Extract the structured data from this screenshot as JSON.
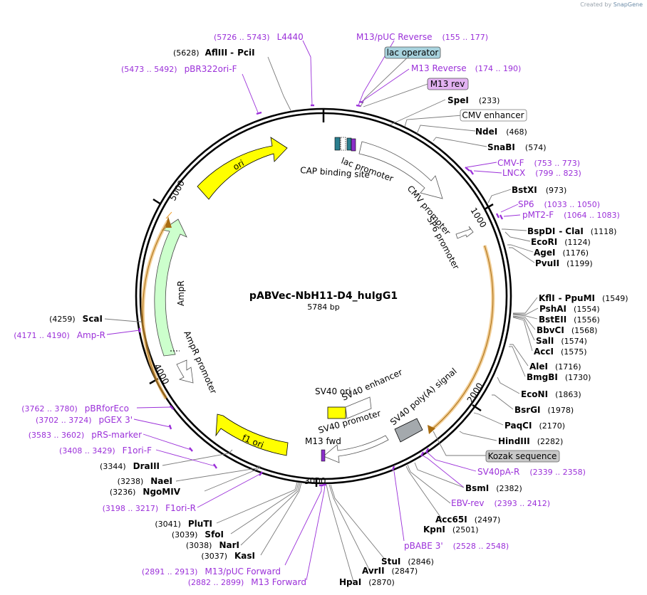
{
  "brand": {
    "created_by": "Created by",
    "name": "SnapGene"
  },
  "plasmid": {
    "name": "pABVec-NbH11-D4_huIgG1",
    "size_label": "5784 bp"
  },
  "ticks": [
    "1000",
    "2000",
    "3000",
    "4000",
    "5000"
  ],
  "features": {
    "ori": "ori",
    "ampr": "AmpR",
    "ampr_promoter": "AmpR promoter",
    "f1_ori": "f1 ori",
    "cap_site": "CAP binding site",
    "lac_promoter": "lac promoter",
    "cmv_promoter": "CMV promoter",
    "sp6_promoter": "SP6 promoter",
    "sv40_ori": "SV40 ori",
    "sv40_enhancer": "SV40 enhancer",
    "sv40_promoter": "SV40 promoter",
    "m13_fwd": "M13 fwd",
    "sv40_polya": "SV40 poly(A) signal"
  },
  "boxed": {
    "lac_operator": "lac operator",
    "m13_rev": "M13 rev",
    "cmv_enhancer": "CMV enhancer",
    "kozak": "Kozak sequence"
  },
  "enzymes": {
    "afliii": {
      "name": "AflIII",
      "name2": "PciI",
      "pos": "(5628)"
    },
    "spei": {
      "name": "SpeI",
      "pos": "(233)"
    },
    "ndei": {
      "name": "NdeI",
      "pos": "(468)"
    },
    "snabi": {
      "name": "SnaBI",
      "pos": "(574)"
    },
    "bstxi": {
      "name": "BstXI",
      "pos": "(973)"
    },
    "bspdi": {
      "name": "BspDI",
      "name2": "ClaI",
      "pos": "(1118)"
    },
    "ecori": {
      "name": "EcoRI",
      "pos": "(1124)"
    },
    "agei": {
      "name": "AgeI",
      "pos": "(1176)"
    },
    "pvuii": {
      "name": "PvuII",
      "pos": "(1199)"
    },
    "kfli": {
      "name": "KflI",
      "name2": "PpuMI",
      "pos": "(1549)"
    },
    "pshai": {
      "name": "PshAI",
      "pos": "(1554)"
    },
    "bsteii": {
      "name": "BstEII",
      "pos": "(1556)"
    },
    "bbvci": {
      "name": "BbvCI",
      "pos": "(1568)"
    },
    "sali": {
      "name": "SalI",
      "pos": "(1574)"
    },
    "acci": {
      "name": "AccI",
      "pos": "(1575)"
    },
    "alei": {
      "name": "AleI",
      "pos": "(1716)"
    },
    "bmgbi": {
      "name": "BmgBI",
      "pos": "(1730)"
    },
    "econi": {
      "name": "EcoNI",
      "pos": "(1863)"
    },
    "bsrgi": {
      "name": "BsrGI",
      "pos": "(1978)"
    },
    "paqci": {
      "name": "PaqCI",
      "pos": "(2170)"
    },
    "hindiii": {
      "name": "HindIII",
      "pos": "(2282)"
    },
    "bsmi": {
      "name": "BsmI",
      "pos": "(2382)"
    },
    "acc65i": {
      "name": "Acc65I",
      "pos": "(2497)"
    },
    "kpni": {
      "name": "KpnI",
      "pos": "(2501)"
    },
    "stui": {
      "name": "StuI",
      "pos": "(2846)"
    },
    "avrii": {
      "name": "AvrII",
      "pos": "(2847)"
    },
    "hpai": {
      "name": "HpaI",
      "pos": "(2870)"
    },
    "kasi": {
      "name": "KasI",
      "pos": "(3037)"
    },
    "nari": {
      "name": "NarI",
      "pos": "(3038)"
    },
    "sfoi": {
      "name": "SfoI",
      "pos": "(3039)"
    },
    "pluti": {
      "name": "PluTI",
      "pos": "(3041)"
    },
    "ngomiv": {
      "name": "NgoMIV",
      "pos": "(3236)"
    },
    "naei": {
      "name": "NaeI",
      "pos": "(3238)"
    },
    "draiii": {
      "name": "DraIII",
      "pos": "(3344)"
    },
    "scai": {
      "name": "ScaI",
      "pos": "(4259)"
    }
  },
  "primers": {
    "l4440": {
      "name": "L4440",
      "pos": "(5726 .. 5743)"
    },
    "m13puc_rev": {
      "name": "M13/pUC Reverse",
      "pos": "(155 .. 177)"
    },
    "m13_reverse": {
      "name": "M13 Reverse",
      "pos": "(174 .. 190)"
    },
    "pbr322ori": {
      "name": "pBR322ori-F",
      "pos": "(5473 .. 5492)"
    },
    "cmvf": {
      "name": "CMV-F",
      "pos": "(753 .. 773)"
    },
    "lncx": {
      "name": "LNCX",
      "pos": "(799 .. 823)"
    },
    "sp6": {
      "name": "SP6",
      "pos": "(1033 .. 1050)"
    },
    "pmt2f": {
      "name": "pMT2-F",
      "pos": "(1064 .. 1083)"
    },
    "sv40pa_r": {
      "name": "SV40pA-R",
      "pos": "(2339 .. 2358)"
    },
    "ebv_rev": {
      "name": "EBV-rev",
      "pos": "(2393 .. 2412)"
    },
    "pbabe3": {
      "name": "pBABE 3'",
      "pos": "(2528 .. 2548)"
    },
    "m13puc_fwd": {
      "name": "M13/pUC Forward",
      "pos": "(2891 .. 2913)"
    },
    "m13_forward": {
      "name": "M13 Forward",
      "pos": "(2882 .. 2899)"
    },
    "f1ori_r": {
      "name": "F1ori-R",
      "pos": "(3198 .. 3217)"
    },
    "f1ori_f": {
      "name": "F1ori-F",
      "pos": "(3408 .. 3429)"
    },
    "prs_marker": {
      "name": "pRS-marker",
      "pos": "(3583 .. 3602)"
    },
    "pgex3": {
      "name": "pGEX 3'",
      "pos": "(3702 .. 3724)"
    },
    "pbrforeco": {
      "name": "pBRforEco",
      "pos": "(3762 .. 3780)"
    },
    "amp_r": {
      "name": "Amp-R",
      "pos": "(4171 .. 4190)"
    }
  },
  "colors": {
    "ori": "#ffff00",
    "ampr": "#ccffcc",
    "orf": "#f5b85a",
    "primer": "#9b30d9",
    "cap": "#2a7e8e",
    "m13": "#8b2fc9",
    "lac_operator_box": "#a8d3de",
    "m13_rev_box": "#e3b3f2",
    "kozak_box": "#c8c8c8",
    "sv40_polya": "#a4a9ad"
  }
}
